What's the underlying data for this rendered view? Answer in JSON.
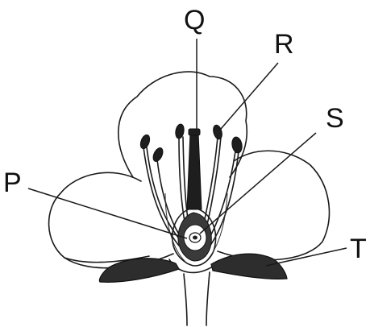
{
  "labels": {
    "P": "P",
    "Q": "Q",
    "R": "R",
    "S": "S",
    "T": "T"
  }
}
